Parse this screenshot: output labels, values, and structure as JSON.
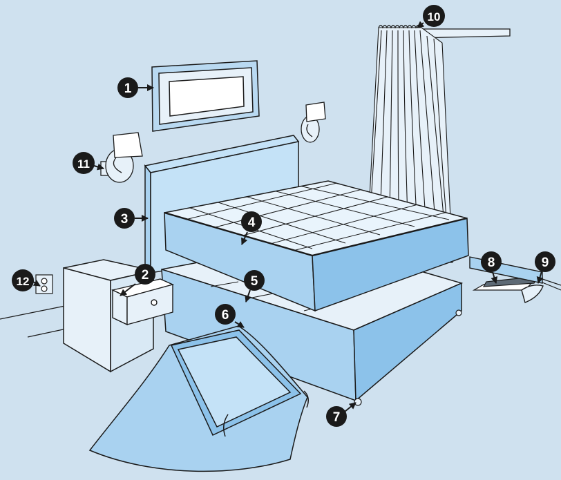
{
  "colors": {
    "background": "#cfe1ef",
    "fabric": "#a9d2f0",
    "fabric_light": "#c4e2f7",
    "mattress_top": "#e9f4fc",
    "outline": "#1a1a1a",
    "marker": "#1a1a1a",
    "marker_text": "#ffffff"
  },
  "markers": [
    "1",
    "2",
    "3",
    "4",
    "5",
    "6",
    "7",
    "8",
    "9",
    "10",
    "11",
    "12"
  ],
  "items": [
    "picture-frame",
    "nightstand-drawer",
    "headboard",
    "mattress",
    "box-spring",
    "box-spring-underside",
    "bed-caster",
    "carpet-edge",
    "baseboard-heater-cover",
    "curtain-rod-hooks",
    "wall-lamp",
    "electrical-outlet"
  ]
}
